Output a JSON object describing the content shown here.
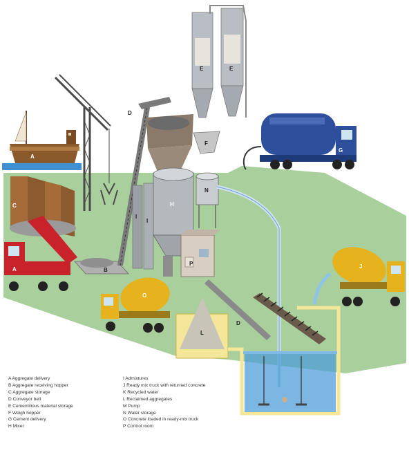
{
  "colors": {
    "ground": "#a9cf9c",
    "water": "#4f9fd8",
    "truck_red": "#c8232a",
    "truck_yellow": "#e6b21e",
    "tanker_blue": "#2d4f9c",
    "silo_grey": "#b9bec4"
  },
  "diagram_labels": {
    "A": "A",
    "B": "B",
    "C": "C",
    "D": "D",
    "E": "E",
    "F": "F",
    "G": "G",
    "H": "H",
    "J": "J",
    "L": "L",
    "N": "N",
    "O": "O",
    "P": "P",
    "I": "I"
  },
  "legend": {
    "col1": [
      "A  Aggregate delivery",
      "B  Aggregate receiving hopper",
      "C  Aggregate storage",
      "D  Conveyor belt",
      "E  Cementitious material storage",
      "F  Weigh hopper",
      "G  Cement delivery",
      "H  Mixer"
    ],
    "col2": [
      "I   Admixtures",
      "J   Ready mix truck with returned concrete",
      "K   Recycled water",
      "L   Reclaimed aggregates",
      "M  Pump",
      "N  Water storage",
      "O  Concrete loaded in ready-mix truck",
      "P   Control room"
    ]
  }
}
